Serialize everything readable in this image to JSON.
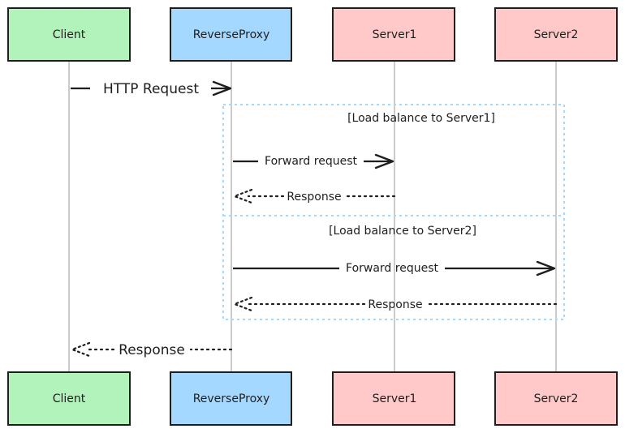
{
  "participants": [
    {
      "id": "client",
      "label": "Client",
      "color": "#b2f2bb"
    },
    {
      "id": "proxy",
      "label": "ReverseProxy",
      "color": "#a5d8ff"
    },
    {
      "id": "server1",
      "label": "Server1",
      "color": "#ffc9c9"
    },
    {
      "id": "server2",
      "label": "Server2",
      "color": "#ffc9c9"
    }
  ],
  "messages": [
    {
      "from": "client",
      "to": "proxy",
      "label": "HTTP Request",
      "style": "solid"
    },
    {
      "from": "proxy",
      "to": "server1",
      "label": "Forward request",
      "style": "solid"
    },
    {
      "from": "server1",
      "to": "proxy",
      "label": "Response",
      "style": "dotted"
    },
    {
      "from": "proxy",
      "to": "server2",
      "label": "Forward request",
      "style": "solid"
    },
    {
      "from": "server2",
      "to": "proxy",
      "label": "Response",
      "style": "dotted"
    },
    {
      "from": "proxy",
      "to": "client",
      "label": "Response",
      "style": "dotted"
    }
  ],
  "alt_block": {
    "sections": [
      {
        "label": "[Load balance to Server1]"
      },
      {
        "label": "[Load balance to Server2]"
      }
    ],
    "border_color": "#a5d8ff"
  },
  "colors": {
    "stroke": "#1e1e1e",
    "lifeline": "#9a9a9a"
  }
}
